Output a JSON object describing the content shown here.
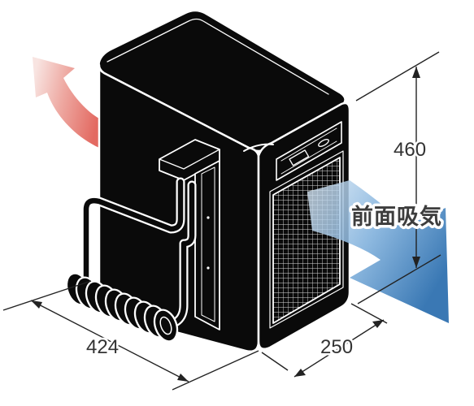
{
  "dimensions": {
    "width": "424",
    "depth": "250",
    "height": "460"
  },
  "callout": {
    "label": "前面吸気"
  },
  "colors": {
    "exhaust_arrow": "#e36a62",
    "intake_arrow": "#2a72b4",
    "unit_body": "#0a0a0a",
    "outline": "#ffffff"
  }
}
